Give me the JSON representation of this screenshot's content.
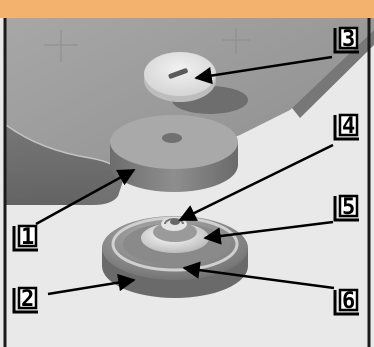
{
  "diagram": {
    "colors": {
      "top_banner": "#f3b36e",
      "border": "#1a1a1a",
      "background": "#e9e9e9",
      "panel": "#9e9e9e",
      "panel_edge": "#7a7a7a",
      "disc_light": "#dcdcdc",
      "disc_gray": "#8e8e8e",
      "ring_base": "#7a7a7a",
      "magnet_center": "#ededed",
      "arrow": "#000000"
    },
    "callouts": [
      {
        "id": "1",
        "label": "1",
        "target": "large-spacer-disc"
      },
      {
        "id": "2",
        "label": "2",
        "target": "magnet-housing-ring"
      },
      {
        "id": "3",
        "label": "3",
        "target": "white-cap-disc"
      },
      {
        "id": "4",
        "label": "4",
        "target": "center-screw"
      },
      {
        "id": "5",
        "label": "5",
        "target": "magnet-center"
      },
      {
        "id": "6",
        "label": "6",
        "target": "magnet-outer-ring"
      }
    ]
  }
}
